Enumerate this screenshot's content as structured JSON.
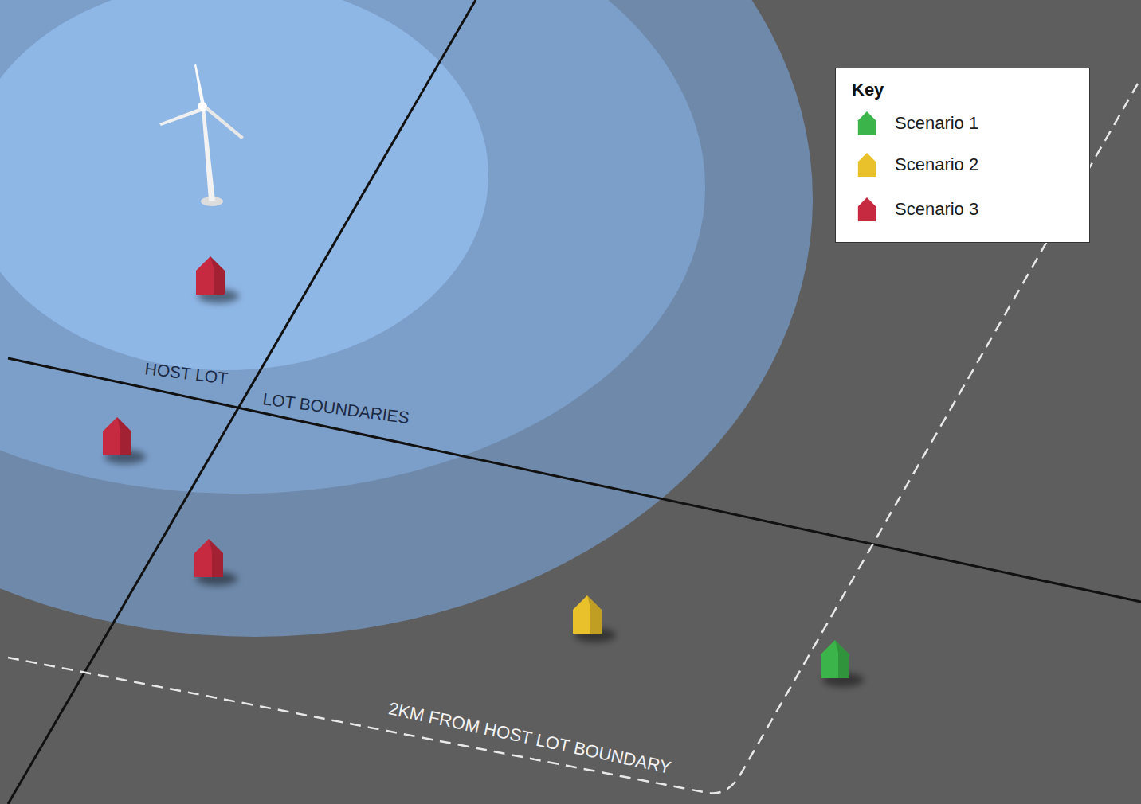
{
  "diagram": {
    "labels": [
      "HOST LOT",
      "LOT BOUNDARIES",
      "2KM FROM HOST LOT BOUNDARY",
      "Key"
    ],
    "legend": [
      {
        "text": "Scenario 1",
        "color": "#3bb54a"
      },
      {
        "text": "Scenario 2",
        "color": "#e9c12b"
      },
      {
        "text": "Scenario 3",
        "color": "#c62a40"
      }
    ]
  }
}
